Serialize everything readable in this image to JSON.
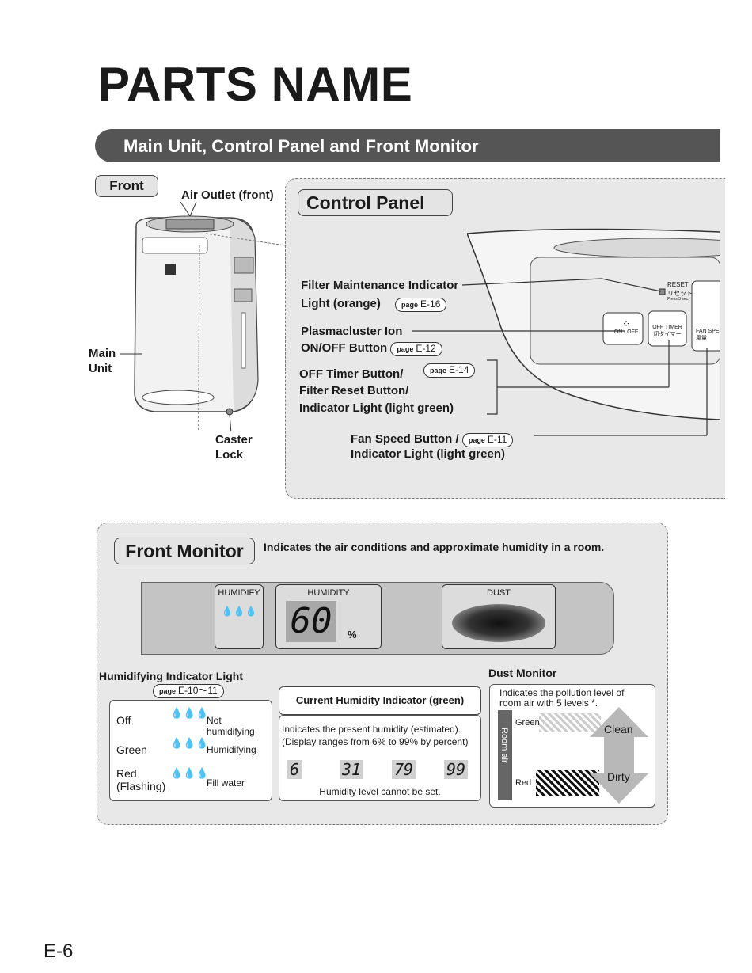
{
  "page_title": "PARTS NAME",
  "section_banner": "Main Unit, Control Panel and Front Monitor",
  "front_tab": "Front",
  "unit_labels": {
    "air_outlet": "Air Outlet (front)",
    "main_unit_1": "Main",
    "main_unit_2": "Unit",
    "caster_1": "Caster",
    "caster_2": "Lock"
  },
  "control_panel": {
    "title": "Control Panel",
    "filter_1": "Filter Maintenance Indicator",
    "filter_2": "Light (orange)",
    "filter_page": "E-16",
    "plasma_1": "Plasmacluster Ion",
    "plasma_2": "ON/OFF Button",
    "plasma_page": "E-12",
    "timer_1": "OFF Timer Button/",
    "timer_page": "E-14",
    "timer_2": "Filter Reset Button/",
    "timer_3": "Indicator Light (light green)",
    "fan_1": "Fan Speed Button /",
    "fan_page": "E-11",
    "fan_2": "Indicator Light (light green)",
    "page_word": "page",
    "panel_reset": "RESET",
    "panel_reset_jp": "リセット",
    "panel_press": "Press 3 sec.",
    "panel_onoff": "ON / OFF",
    "panel_offtimer": "OFF TIMER",
    "panel_offtimer_jp": "切タイマー",
    "panel_fanspeed": "FAN SPE",
    "panel_fanspeed_jp": "風量"
  },
  "front_monitor": {
    "title": "Front Monitor",
    "description": "Indicates the air conditions and approximate humidity in a room.",
    "humidify_label": "HUMIDIFY",
    "humidity_label": "HUMIDITY",
    "dust_label": "DUST",
    "humidity_value": "60",
    "percent": "%",
    "humidifying_title": "Humidifying Indicator Light",
    "humidifying_page": "E-10〜11",
    "states": [
      {
        "name": "Off",
        "desc": "Not humidifying"
      },
      {
        "name": "Green",
        "desc": "Humidifying"
      },
      {
        "name": "Red (Flashing)",
        "desc": "Fill water"
      }
    ],
    "current_title": "Current Humidity Indicator (green)",
    "current_desc_1": "Indicates the present humidity (estimated).",
    "current_desc_2": "(Display ranges from 6% to 99% by percent)",
    "examples": [
      "6",
      "31",
      "79",
      "99"
    ],
    "current_note": "Humidity level cannot be set.",
    "dust_title": "Dust Monitor",
    "dust_desc_1": "Indicates the pollution level of",
    "dust_desc_2": "room air with 5 levels *.",
    "room_air": "Room air",
    "green": "Green",
    "red": "Red",
    "clean": "Clean",
    "dirty": "Dirty"
  },
  "page_number": "E-6"
}
